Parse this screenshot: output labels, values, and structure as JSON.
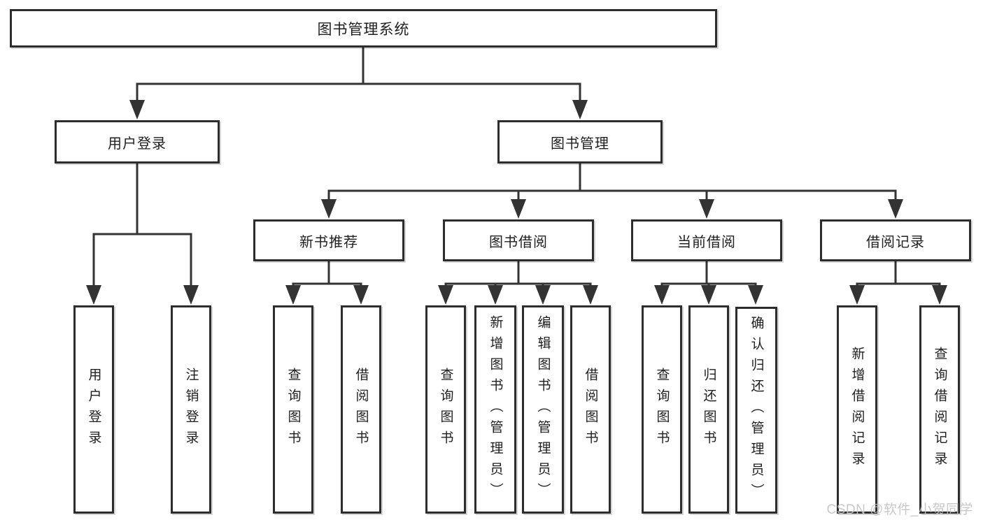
{
  "tree": {
    "root": {
      "label": "图书管理系统",
      "children": [
        {
          "label": "用户登录",
          "children": [
            {
              "label": "用户登录"
            },
            {
              "label": "注销登录"
            }
          ]
        },
        {
          "label": "图书管理",
          "children": [
            {
              "label": "新书推荐",
              "children": [
                {
                  "label": "查询图书"
                },
                {
                  "label": "借阅图书"
                }
              ]
            },
            {
              "label": "图书借阅",
              "children": [
                {
                  "label": "查询图书"
                },
                {
                  "label": "新增图书（管理员）"
                },
                {
                  "label": "编辑图书（管理员）"
                },
                {
                  "label": "借阅图书"
                }
              ]
            },
            {
              "label": "当前借阅",
              "children": [
                {
                  "label": "查询图书"
                },
                {
                  "label": "归还图书"
                },
                {
                  "label": "确认归还（管理员）"
                }
              ]
            },
            {
              "label": "借阅记录",
              "children": [
                {
                  "label": "新增借阅记录"
                },
                {
                  "label": "查询借阅记录"
                }
              ]
            }
          ]
        }
      ]
    }
  },
  "watermark": {
    "text": "CSDN @软件_小贺同学"
  },
  "colors": {
    "line": "#333333",
    "box_border": "#2d2d2d",
    "text": "#1f1f1f",
    "background": "#ffffff",
    "watermark": "#c3c3c3"
  }
}
